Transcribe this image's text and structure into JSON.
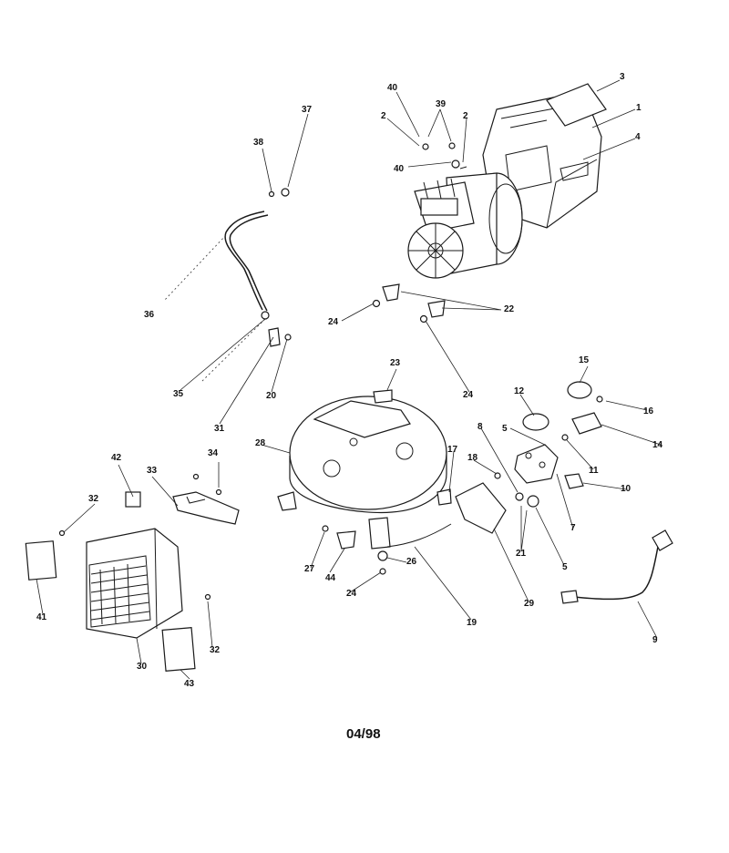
{
  "date_stamp": "04/98",
  "part_labels": [
    "1",
    "2",
    "2",
    "3",
    "4",
    "5",
    "5",
    "7",
    "8",
    "9",
    "10",
    "11",
    "12",
    "14",
    "15",
    "16",
    "17",
    "18",
    "19",
    "20",
    "21",
    "22",
    "23",
    "24",
    "24",
    "24",
    "26",
    "27",
    "28",
    "29",
    "30",
    "31",
    "32",
    "32",
    "33",
    "34",
    "35",
    "36",
    "37",
    "38",
    "39",
    "40",
    "40",
    "41",
    "42",
    "43",
    "44"
  ]
}
